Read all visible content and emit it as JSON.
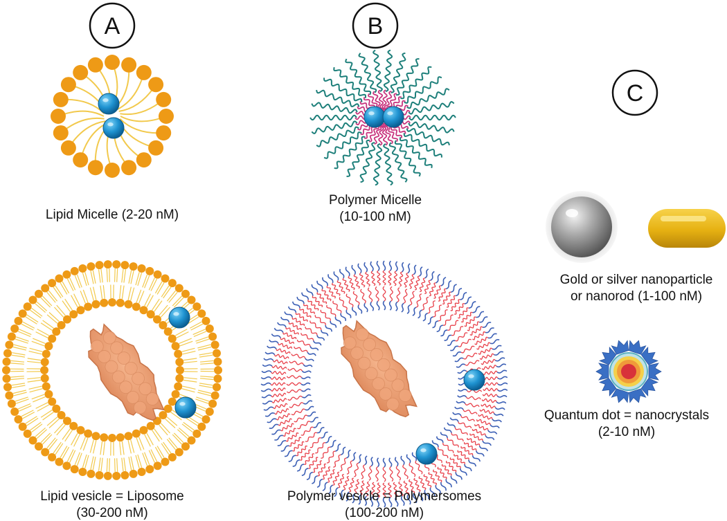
{
  "panels": {
    "a": {
      "letter": "A"
    },
    "b": {
      "letter": "B"
    },
    "c": {
      "letter": "C"
    }
  },
  "labels": {
    "lipid_micelle": "Lipid Micelle (2-20 nM)",
    "polymer_micelle_line1": "Polymer Micelle",
    "polymer_micelle_line2": "(10-100 nM)",
    "liposome_line1": "Lipid vesicle = Liposome",
    "liposome_line2": "(30-200 nM)",
    "polymersome_line1": "Polymer vesicle = Polymersomes",
    "polymersome_line2": "(100-200 nM)",
    "nanoparticle_line1": "Gold or silver nanoparticle",
    "nanoparticle_line2": "or nanorod (1-100 nM)",
    "quantum_dot_line1": "Quantum dot = nanocrystals",
    "quantum_dot_line2": "(2-10 nM)"
  },
  "colors": {
    "lipid_head": "#EE9A16",
    "lipid_tail": "#F2C94C",
    "drug_blue": "#1F93D1",
    "polymer_teal": "#1D7F7A",
    "polymer_magenta": "#C8357E",
    "polymersome_red": "#E8404A",
    "polymersome_blue": "#3B5FB5",
    "protein": "#E99A6E",
    "silver": "#8E8E8E",
    "gold": "#E8B414",
    "qd_blue": "#3A6FC4",
    "qd_core": "#D8323A"
  }
}
